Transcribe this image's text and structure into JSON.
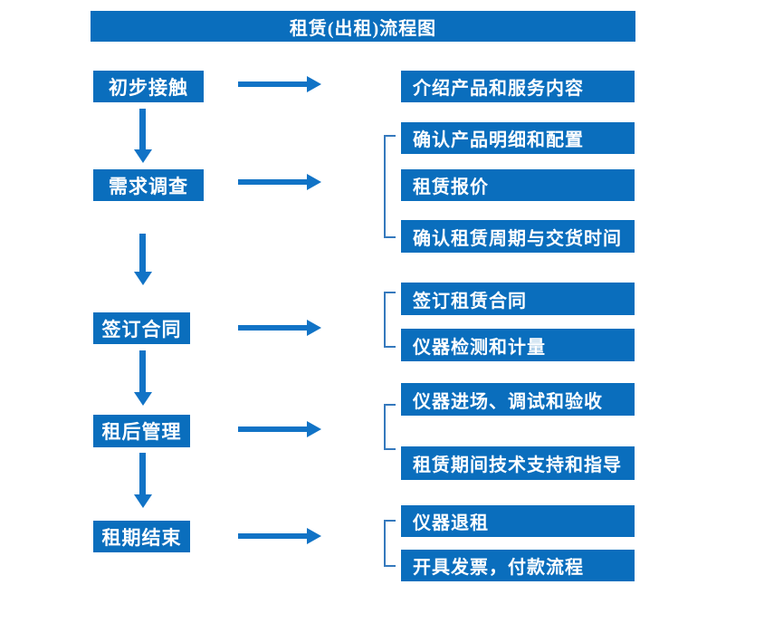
{
  "title": "租赁(出租)流程图",
  "colors": {
    "box_blue": "#0a6ebd",
    "arrow_blue": "#1173c6",
    "bracket_blue": "#3579bd",
    "text_white": "#ffffff",
    "background": "#ffffff"
  },
  "steps": [
    {
      "label": "初步接触"
    },
    {
      "label": "需求调查"
    },
    {
      "label": "签订合同"
    },
    {
      "label": "租后管理"
    },
    {
      "label": "租期结束"
    }
  ],
  "details": [
    {
      "label": "介绍产品和服务内容"
    },
    {
      "label": "确认产品明细和配置"
    },
    {
      "label": "租赁报价"
    },
    {
      "label": "确认租赁周期与交货时间"
    },
    {
      "label": "签订租赁合同"
    },
    {
      "label": "仪器检测和计量"
    },
    {
      "label": "仪器进场、调试和验收"
    },
    {
      "label": "租赁期间技术支持和指导"
    },
    {
      "label": "仪器退租"
    },
    {
      "label": "开具发票，付款流程"
    }
  ]
}
